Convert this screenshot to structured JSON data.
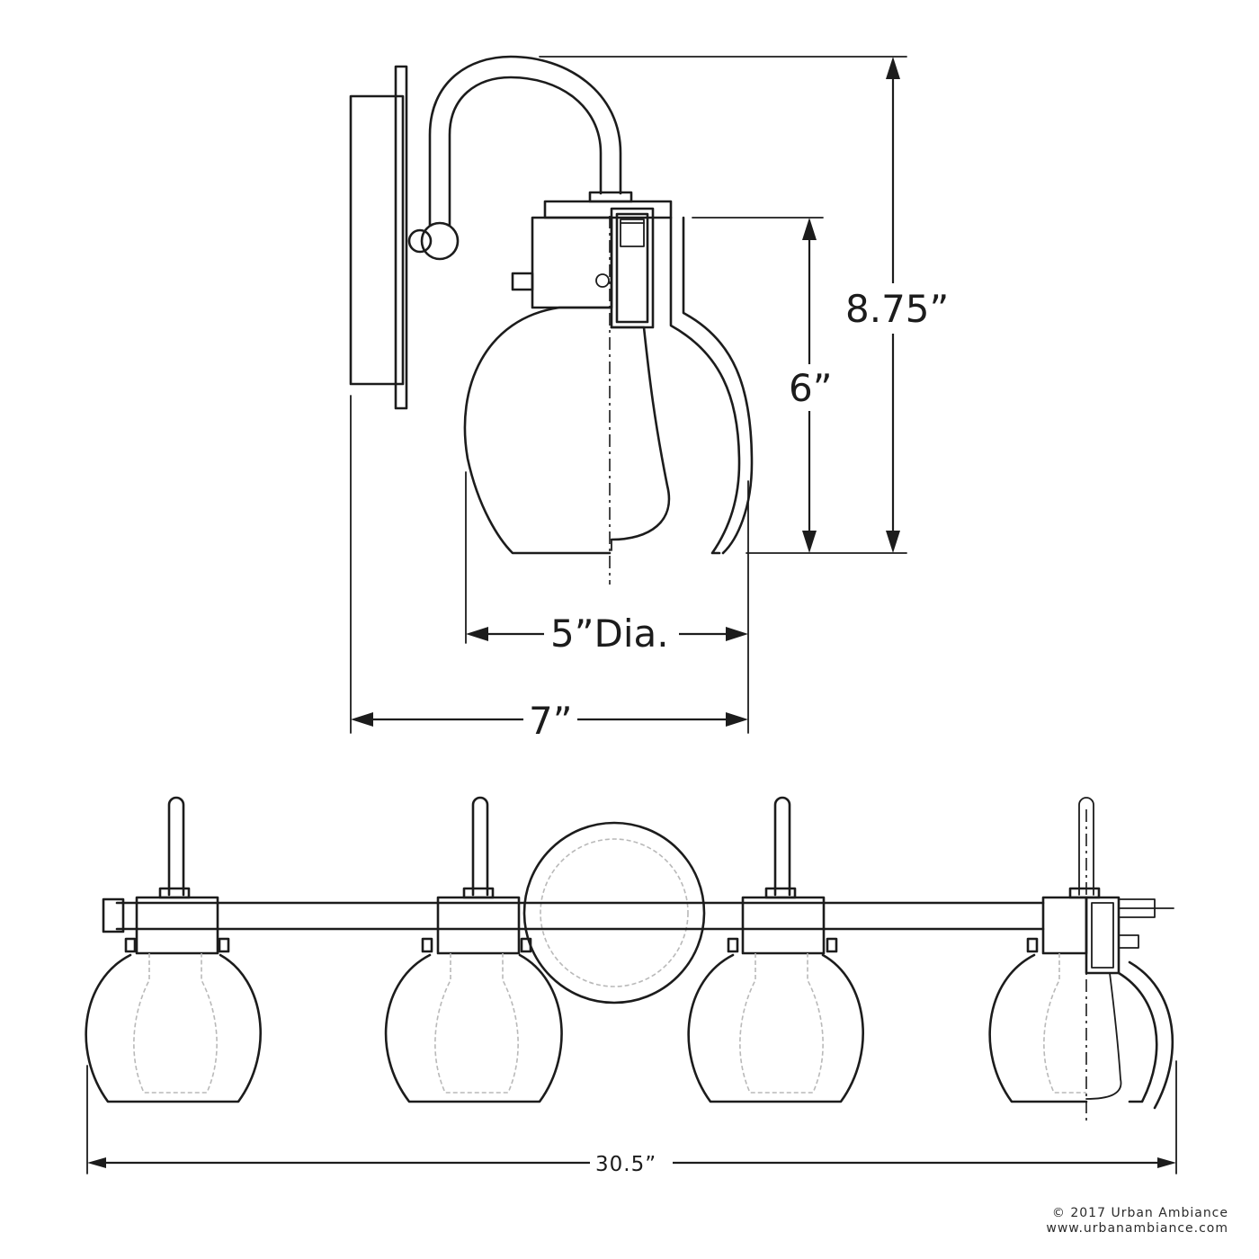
{
  "dimensions": {
    "overall_height": "8.75”",
    "shade_height": "6”",
    "shade_diameter": "5”Dia.",
    "extension": "7”",
    "overall_width": "30.5”"
  },
  "copyright": {
    "line1": "© 2017 Urban Ambiance",
    "line2": "www.urbanambiance.com"
  }
}
